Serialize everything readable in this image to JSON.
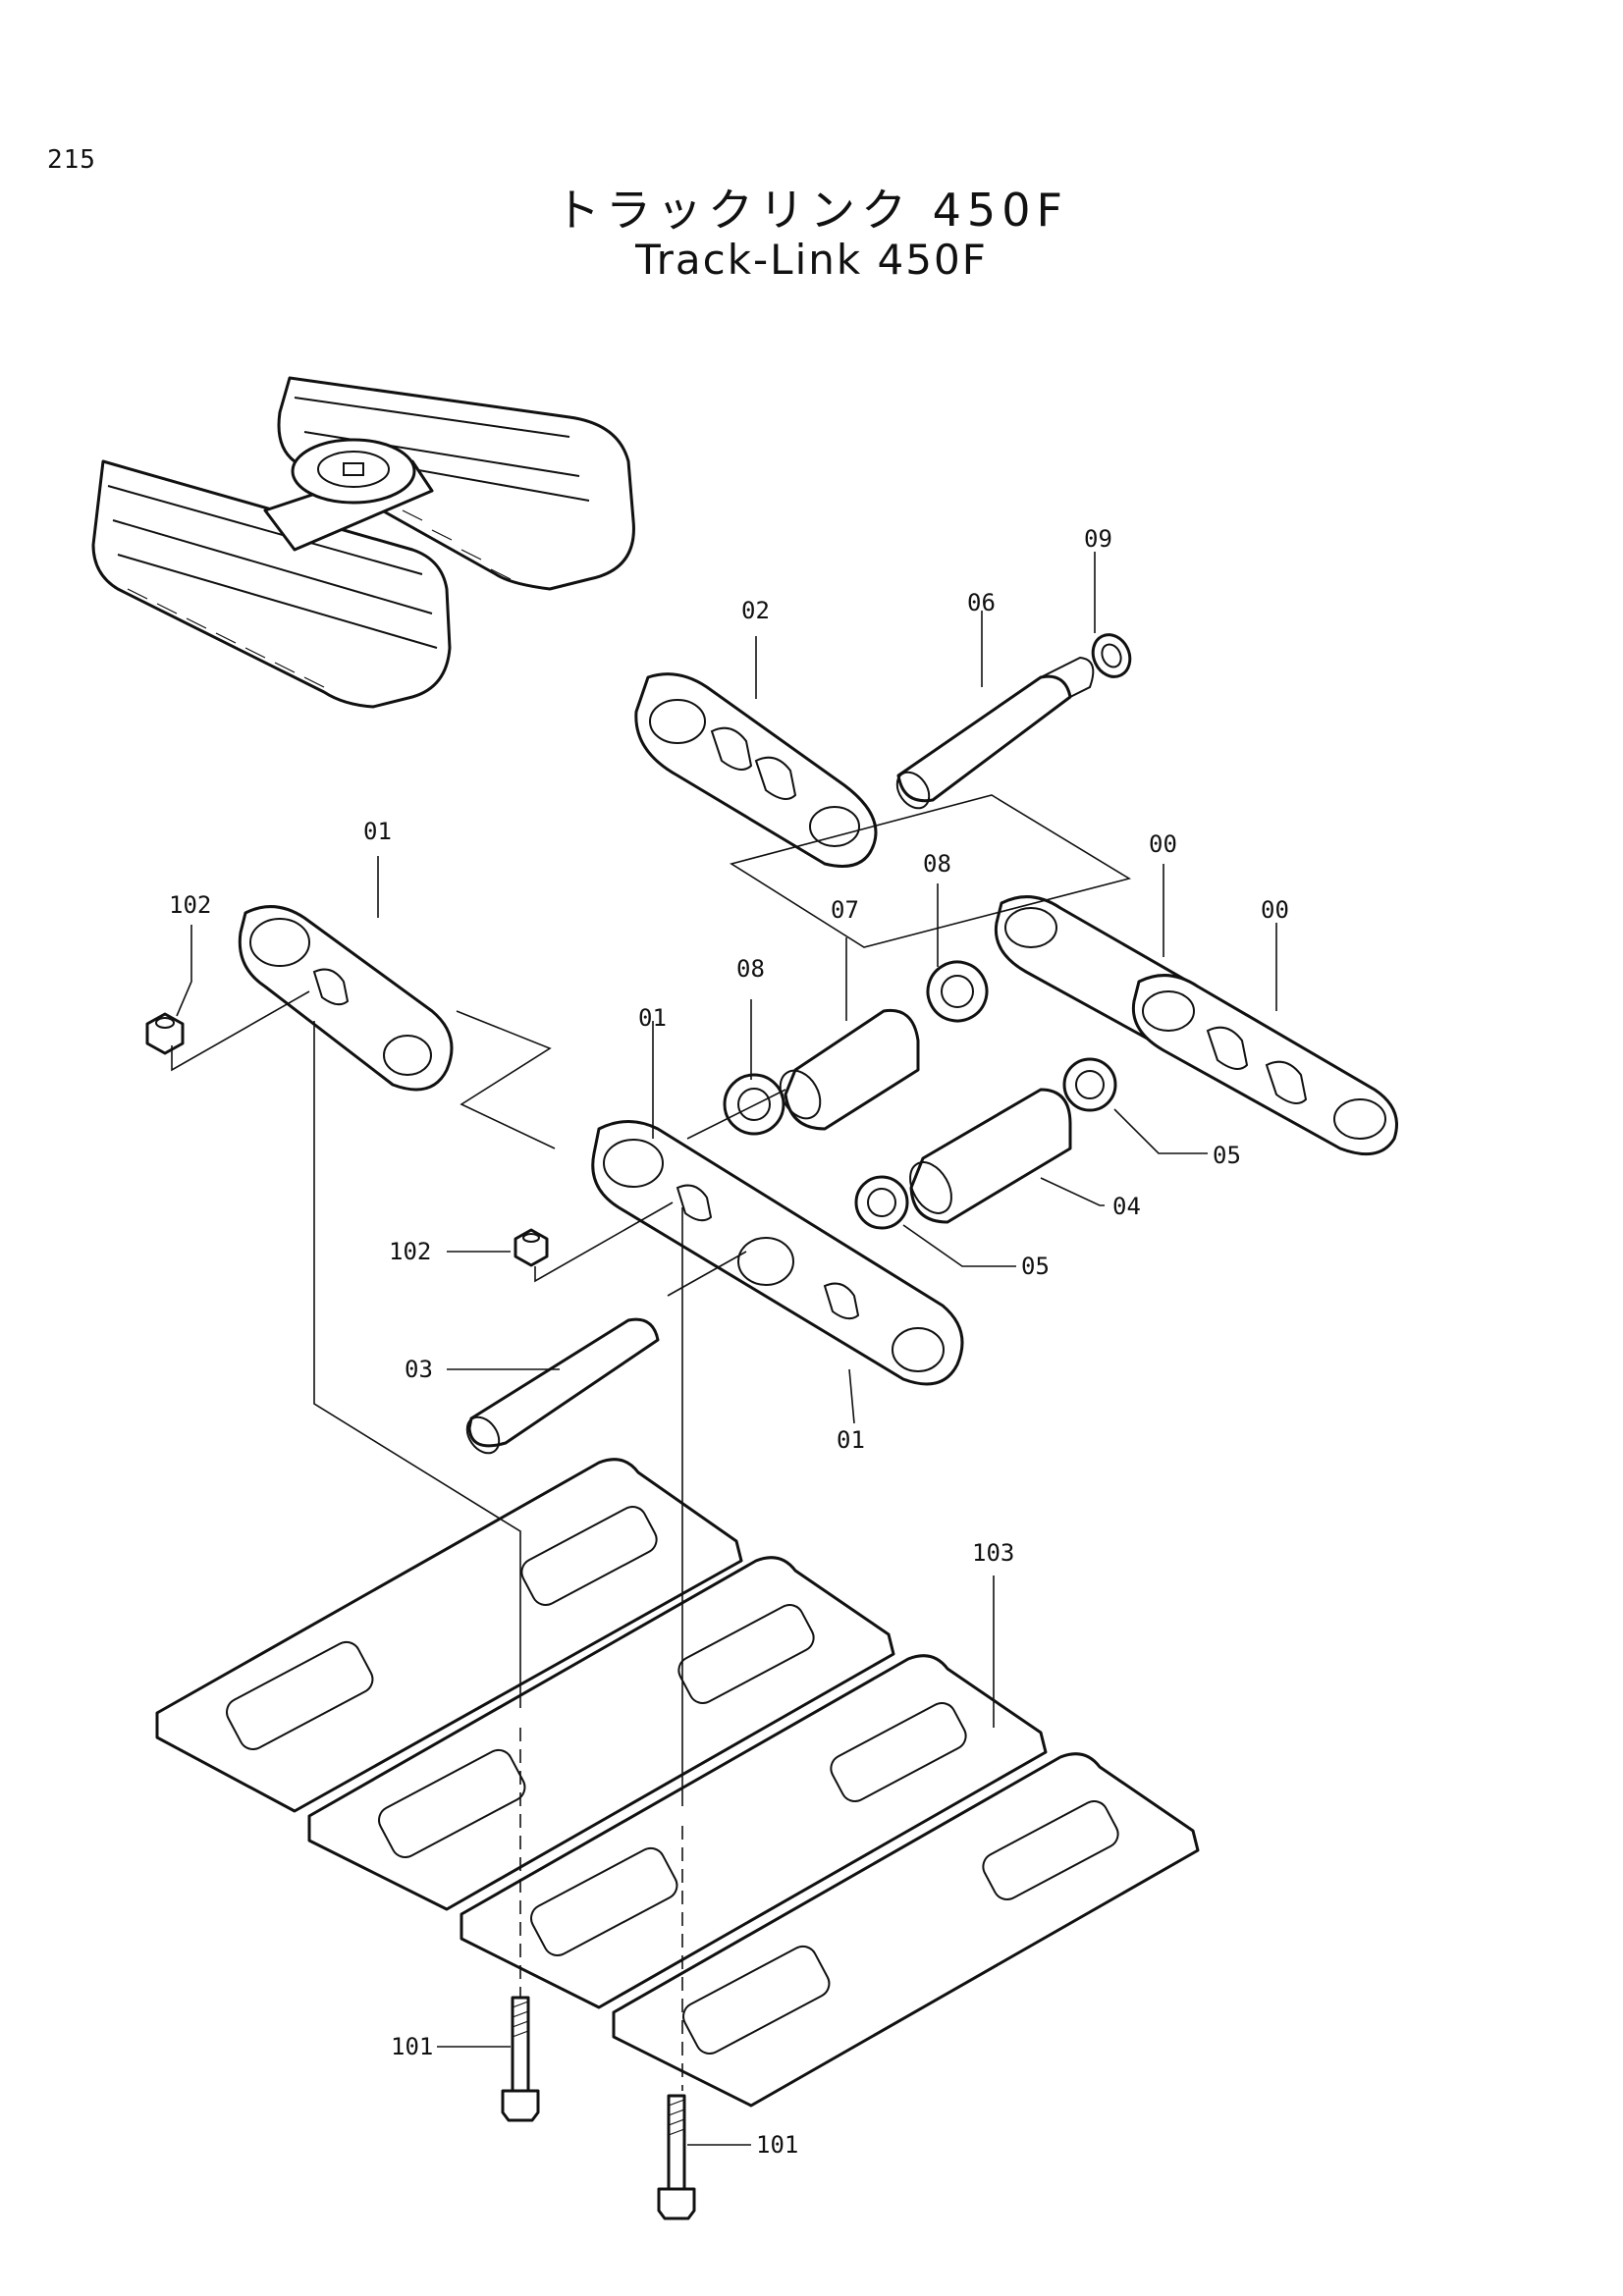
{
  "page": {
    "number": "215"
  },
  "title": {
    "japanese": "トラックリンク 450F",
    "english": "Track-Link 450F"
  },
  "callouts": {
    "c00a": "00",
    "c00b": "00",
    "c01a": "01",
    "c01b": "01",
    "c01c": "01",
    "c02": "02",
    "c03": "03",
    "c04": "04",
    "c05a": "05",
    "c05b": "05",
    "c06": "06",
    "c07": "07",
    "c08a": "08",
    "c08b": "08",
    "c09": "09",
    "c101a": "101",
    "c101b": "101",
    "c102a": "102",
    "c102b": "102",
    "c103": "103"
  }
}
